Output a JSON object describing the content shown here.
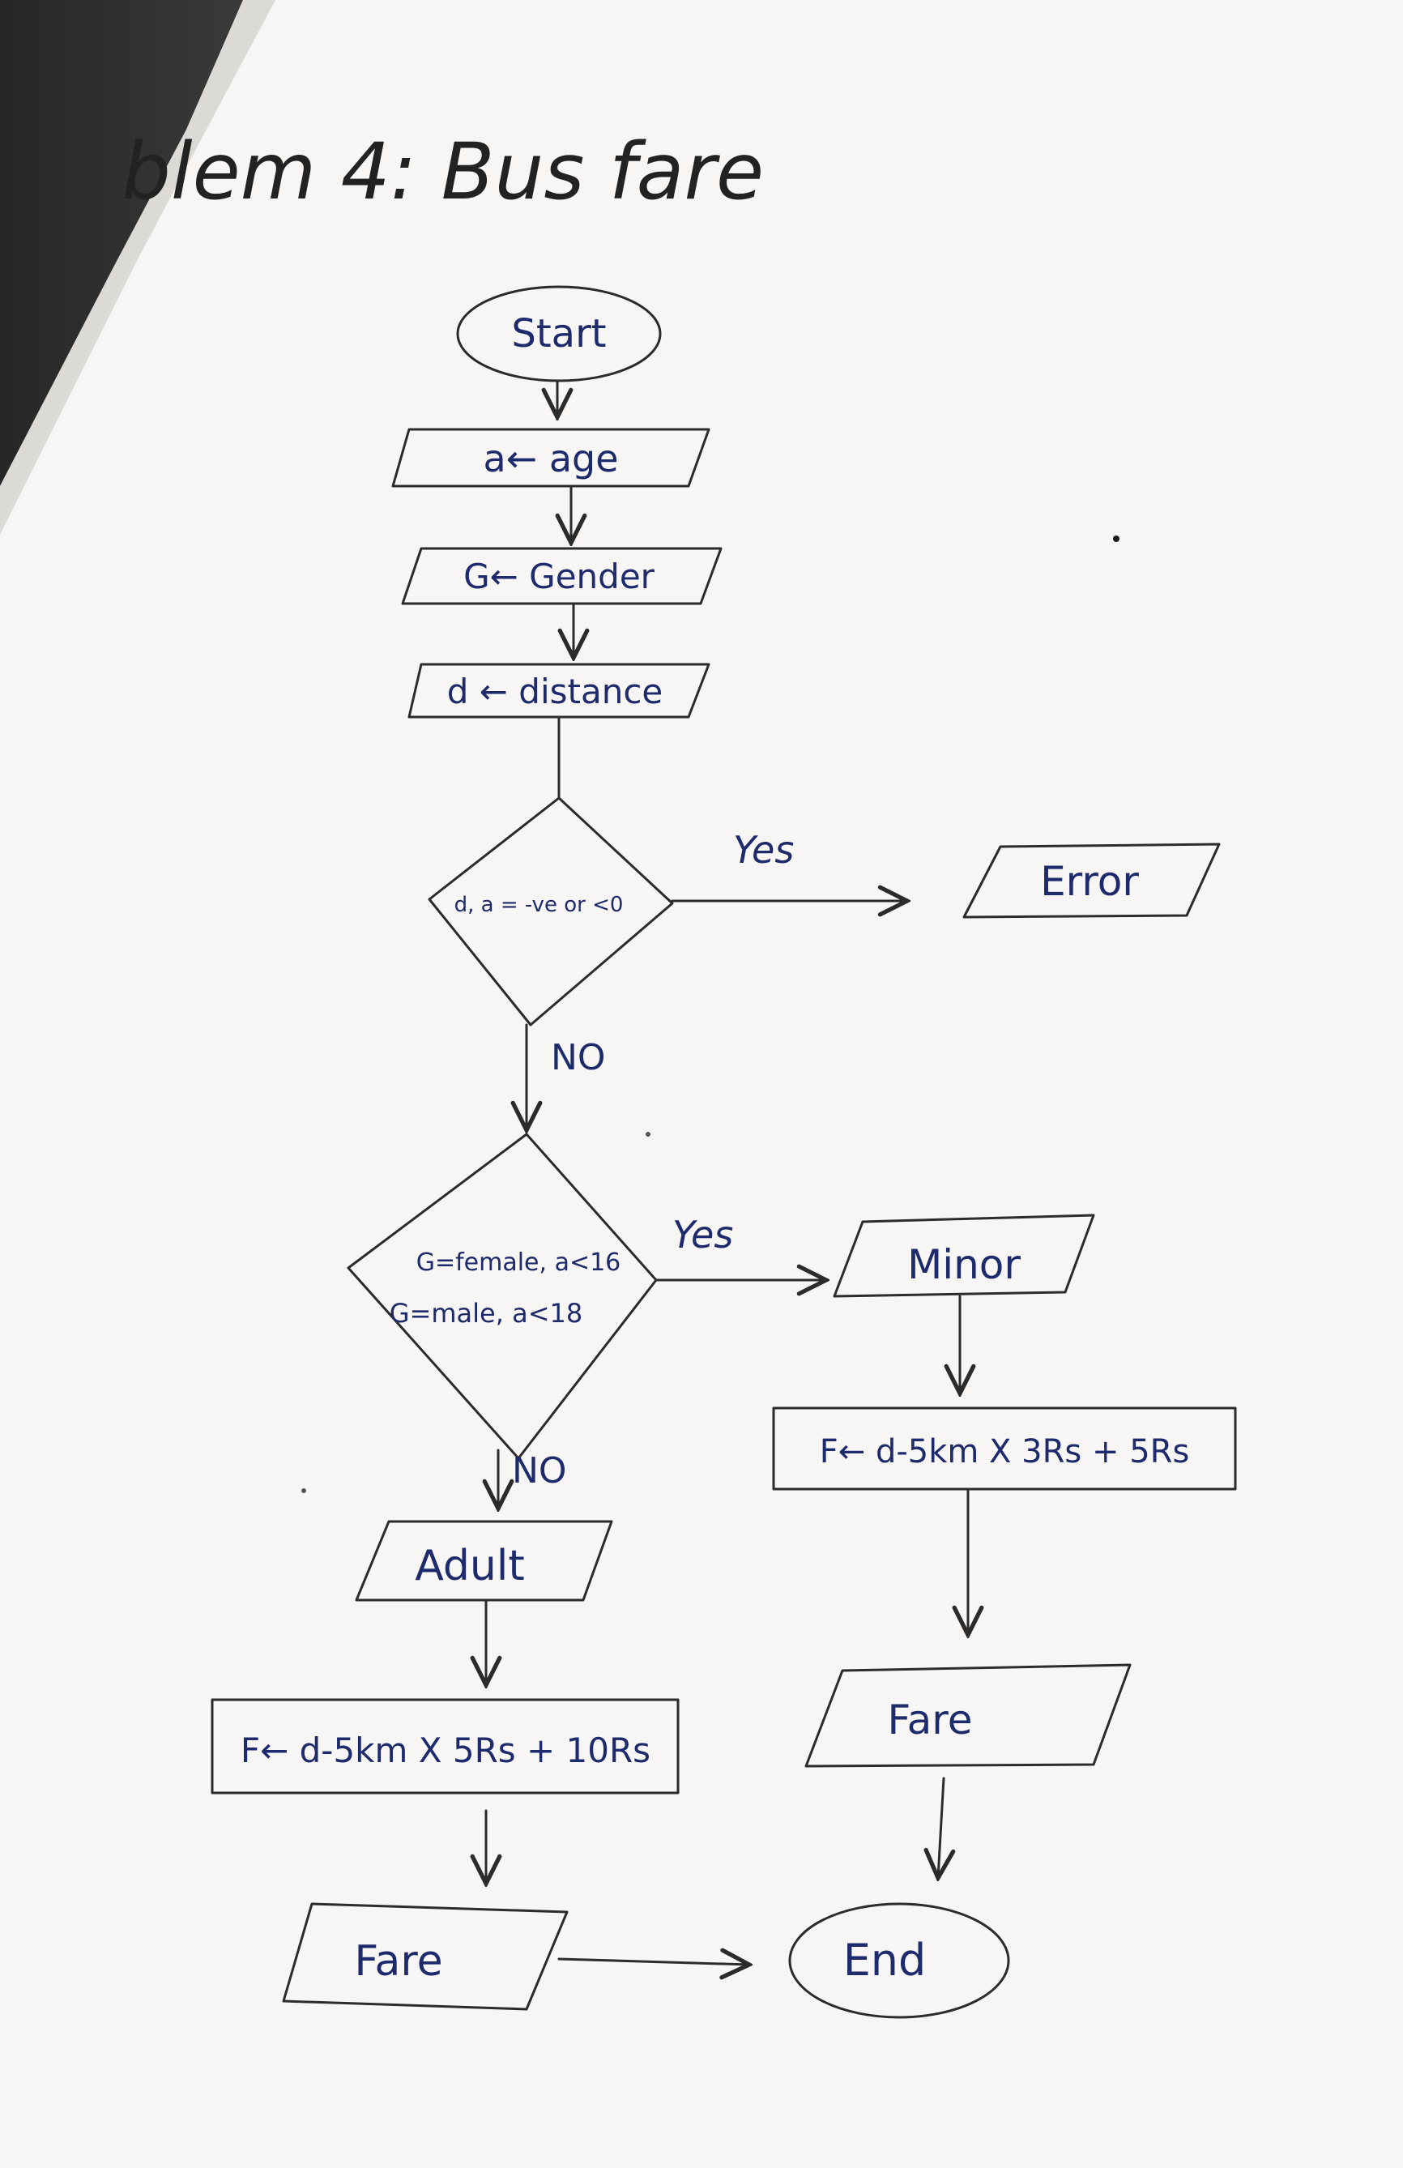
{
  "title": "blem 4: Bus fare",
  "nodes": {
    "start": "Start",
    "input_age": "a← age",
    "input_gender": "G← Gender",
    "input_distance": "d ← distance",
    "decision_valid": "d, a = -ve or <0",
    "error": "Error",
    "decision_minor_line1": "G=female, a<16",
    "decision_minor_line2": "G=male, a<18",
    "minor": "Minor",
    "minor_fare_calc": "F← d-5km X 3Rs + 5Rs",
    "minor_output": "Fare",
    "adult": "Adult",
    "adult_fare_calc": "F← d-5km X 5Rs + 10Rs",
    "adult_output": "Fare",
    "end": "End"
  },
  "edge_labels": {
    "valid_yes": "Yes",
    "valid_no": "NO",
    "minor_yes": "Yes",
    "minor_no": "NO"
  },
  "colors": {
    "paper": "#f7f6f4",
    "ink_blue": "#1d2a6b",
    "ink_black": "#2b2b2b",
    "shadow": "#2a2a2a"
  }
}
